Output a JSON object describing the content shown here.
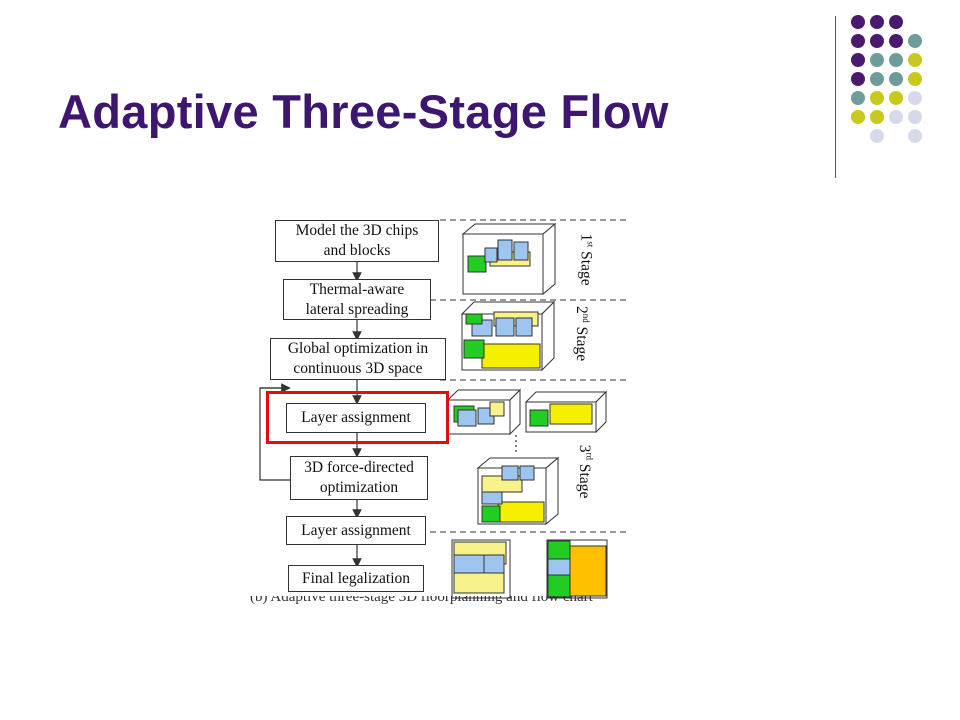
{
  "slide": {
    "title": "Adaptive Three-Stage Flow"
  },
  "flow_steps": [
    {
      "line1": "Model the 3D chips",
      "line2": "and blocks"
    },
    {
      "line1": "Thermal-aware",
      "line2": "lateral spreading"
    },
    {
      "line1": "Global optimization in",
      "line2": "continuous 3D space"
    },
    {
      "line1": "Layer assignment",
      "line2": ""
    },
    {
      "line1": "3D force-directed",
      "line2": "optimization"
    },
    {
      "line1": "Layer assignment",
      "line2": ""
    },
    {
      "line1": "Final legalization",
      "line2": ""
    }
  ],
  "stages": [
    {
      "num": "1",
      "sup": "st",
      "word": "Stage"
    },
    {
      "num": "2",
      "sup": "nd",
      "word": "Stage"
    },
    {
      "num": "3",
      "sup": "rd",
      "word": "Stage"
    }
  ],
  "caption": "(b) Adaptive three-stage 3D floorplanning and flow chart",
  "colors": {
    "title": "#3d1670",
    "highlight": "#e01010",
    "block_green": "#22cc22",
    "block_blue": "#9ec4f0",
    "block_yellow": "#f7f28a",
    "block_yellow_strong": "#f5f000",
    "block_orange": "#ffc000",
    "dot_purple": "#4a1a6e",
    "dot_teal": "#6e9c9a",
    "dot_olive": "#c8c81e",
    "dot_lavender": "#d8d8ec"
  }
}
